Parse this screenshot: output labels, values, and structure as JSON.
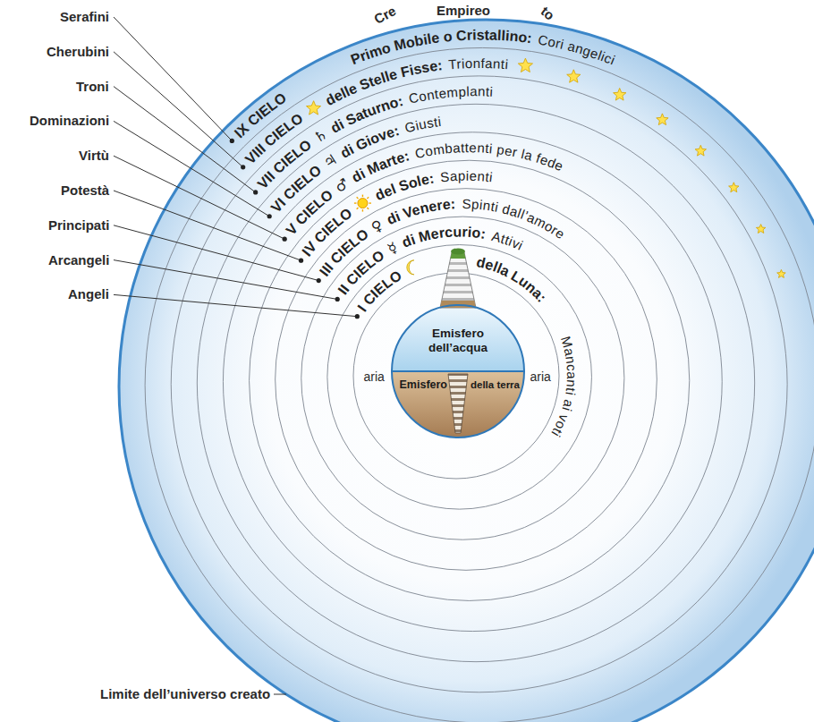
{
  "diagram": {
    "nodes": [
      {
        "text": [
          "Emisfero dell’acqua"
        ]
      },
      {
        "text": [
          "Emisfero",
          "della terra"
        ]
      }
    ],
    "labels": [
      "Cre",
      "Empireo",
      "to",
      "Serafini",
      "Cherubini",
      "Troni",
      "Dominazioni",
      "Virtù",
      "Potestà",
      "Principati",
      "Arcangeli",
      "Angeli",
      "IX CIELO",
      "Primo Mobile o Cristallino:",
      "Cori angelici",
      "VIII CIELO",
      "delle Stelle Fisse:",
      "Trionfanti",
      "VII CIELO",
      "♄",
      "di Saturno:",
      "Contemplanti",
      "VI CIELO",
      "♃",
      "di Giove:",
      "Giusti",
      "V CIELO",
      "♂",
      "di Marte:",
      "Combattenti per la fede",
      "IV CIELO",
      "del Sole:",
      "Sapienti",
      "III CIELO",
      "♀",
      "di Venere:",
      "Spinti dall’amore",
      "II CIELO",
      "☿",
      "di Mercurio:",
      "Attivi",
      "I CIELO",
      "della Luna:",
      "Mancanti ai voti",
      "aria",
      "aria",
      "Limite dell’universo creato"
    ]
  }
}
